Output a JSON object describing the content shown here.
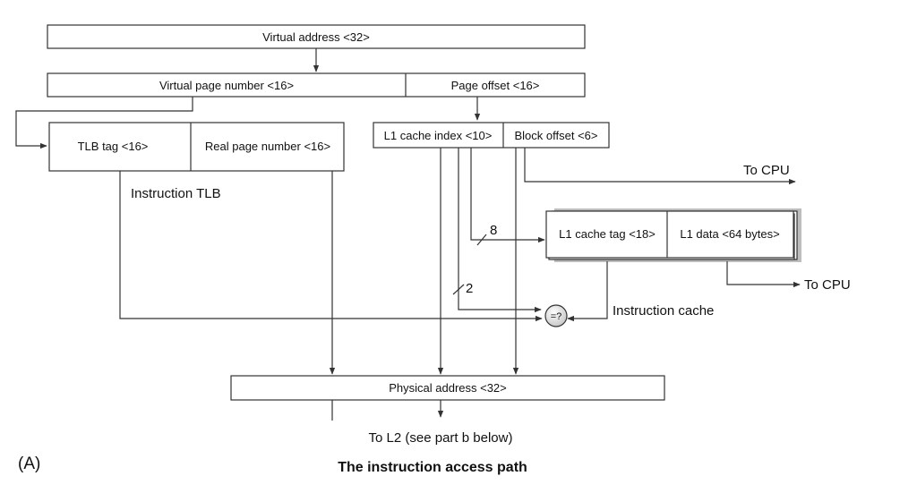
{
  "diagram": {
    "virtual_address": "Virtual address <32>",
    "virtual_page_number": "Virtual page number <16>",
    "page_offset": "Page offset <16>",
    "tlb_tag": "TLB tag  <16>",
    "real_page_number": "Real page number <16>",
    "instruction_tlb": "Instruction TLB",
    "l1_cache_index": "L1 cache index <10>",
    "block_offset": "Block offset <6>",
    "to_cpu_1": "To CPU",
    "to_cpu_2": "To CPU",
    "bus_width_8": "8",
    "bus_width_2": "2",
    "l1_cache_tag": "L1 cache tag <18>",
    "l1_data": "L1 data <64 bytes>",
    "comparator": "=?",
    "instruction_cache": "Instruction cache",
    "physical_address": "Physical address <32>",
    "to_l2": "To L2 (see part b below)",
    "part_label": "(A)",
    "caption": "The instruction access path"
  }
}
